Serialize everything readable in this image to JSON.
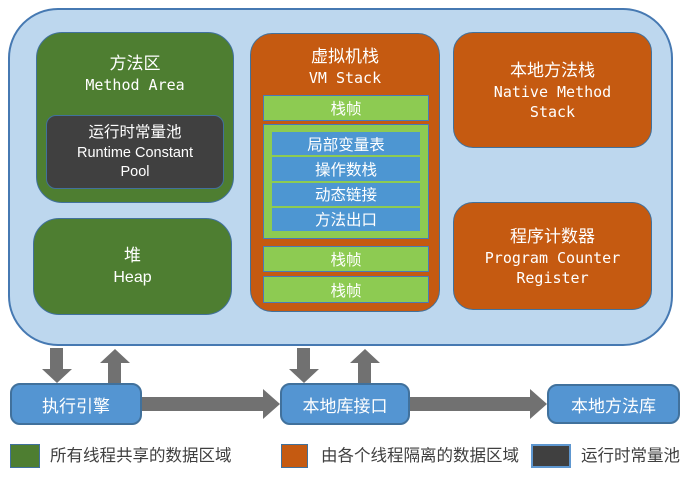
{
  "diagram": {
    "title_semantic": "JVM runtime memory architecture",
    "boxes": {
      "method_area": {
        "zh": "方法区",
        "en": "Method Area"
      },
      "runtime_constant_pool": {
        "zh": "运行时常量池",
        "en": "Runtime Constant Pool"
      },
      "heap": {
        "zh": "堆",
        "en": "Heap"
      },
      "vm_stack": {
        "zh": "虚拟机栈",
        "en": "VM Stack"
      },
      "stack_frame": "栈帧",
      "frame_parts": [
        "局部变量表",
        "操作数栈",
        "动态链接",
        "方法出口"
      ],
      "native_method_stack": {
        "zh": "本地方法栈",
        "en": "Native Method Stack"
      },
      "program_counter": {
        "zh": "程序计数器",
        "en": "Program Counter Register"
      }
    },
    "bottom_row": {
      "execution_engine": "执行引擎",
      "native_interface": "本地库接口",
      "native_libraries": "本地方法库"
    },
    "legend": {
      "shared": "所有线程共享的数据区域",
      "isolated": "由各个线程隔离的数据区域",
      "runtime_pool": "运行时常量池"
    },
    "colors": {
      "container_fill": "#BDD7EE",
      "container_border": "#4679B2",
      "shared_green": "#4E7E31",
      "isolated_orange": "#C55A11",
      "runtime_pool_dark": "#404040",
      "stack_frame_green": "#8DCB52",
      "frame_cell_blue": "#4D96D2",
      "bottom_box_blue": "#5495D2",
      "arrow_gray": "#717171"
    }
  }
}
